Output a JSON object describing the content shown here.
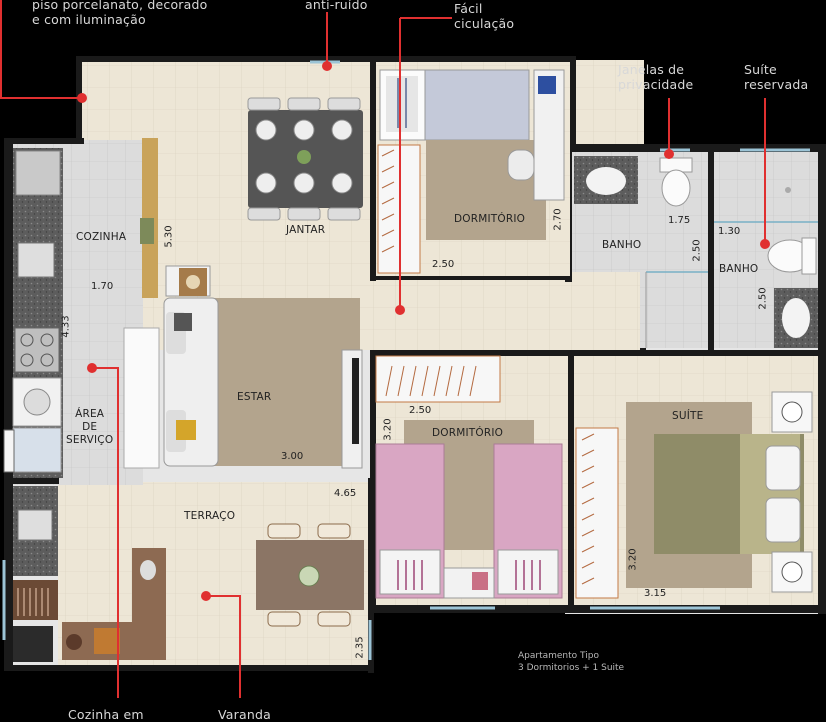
{
  "annotations": {
    "piso": [
      "piso porcelanato, decorado",
      "e com iluminação"
    ],
    "antiruido": "anti-ruído",
    "facil": [
      "Fácil",
      "ciculação"
    ],
    "janelas": [
      "Janelas de",
      "privacidade"
    ],
    "suite": [
      "Suíte",
      "reservada"
    ],
    "cozinha_em": "Cozinha em",
    "varanda": "Varanda"
  },
  "rooms": {
    "cozinha": "COZINHA",
    "jantar": "JANTAR",
    "dormitorio1": "DORMITÓRIO",
    "banho1": "BANHO",
    "banho2": "BANHO",
    "estar": "ESTAR",
    "area_servico": [
      "ÁREA",
      "DE",
      "SERVIÇO"
    ],
    "dormitorio2": "DORMITÓRIO",
    "suite": "SUÍTE",
    "terraco": "TERRAÇO"
  },
  "dimensions": {
    "cozinha_w": "1.70",
    "cozinha_h": "4.33",
    "jantar_h": "5.30",
    "dorm1_w": "2.50",
    "dorm1_h": "2.70",
    "banho1_w": "1.75",
    "banho1_h": "2.50",
    "banho2_w": "1.30",
    "banho2_h": "2.50",
    "estar_w": "3.00",
    "dorm2_w": "2.50",
    "dorm2_h": "3.20",
    "suite_h": "3.20",
    "suite_w": "3.15",
    "terraco_w": "4.65",
    "terraco_h": "2.35"
  },
  "footer": [
    "Apartamento Tipo",
    "3 Dormitorios + 1 Suite"
  ],
  "colors": {
    "leader": "#e03030",
    "wall": "#1a1a1a",
    "floor_tile": "#ede6d6",
    "floor_grey": "#d9d9d9",
    "rug": "#b3a48d",
    "pink": "#d9a6c3",
    "bed_green": "#8f8c68"
  }
}
